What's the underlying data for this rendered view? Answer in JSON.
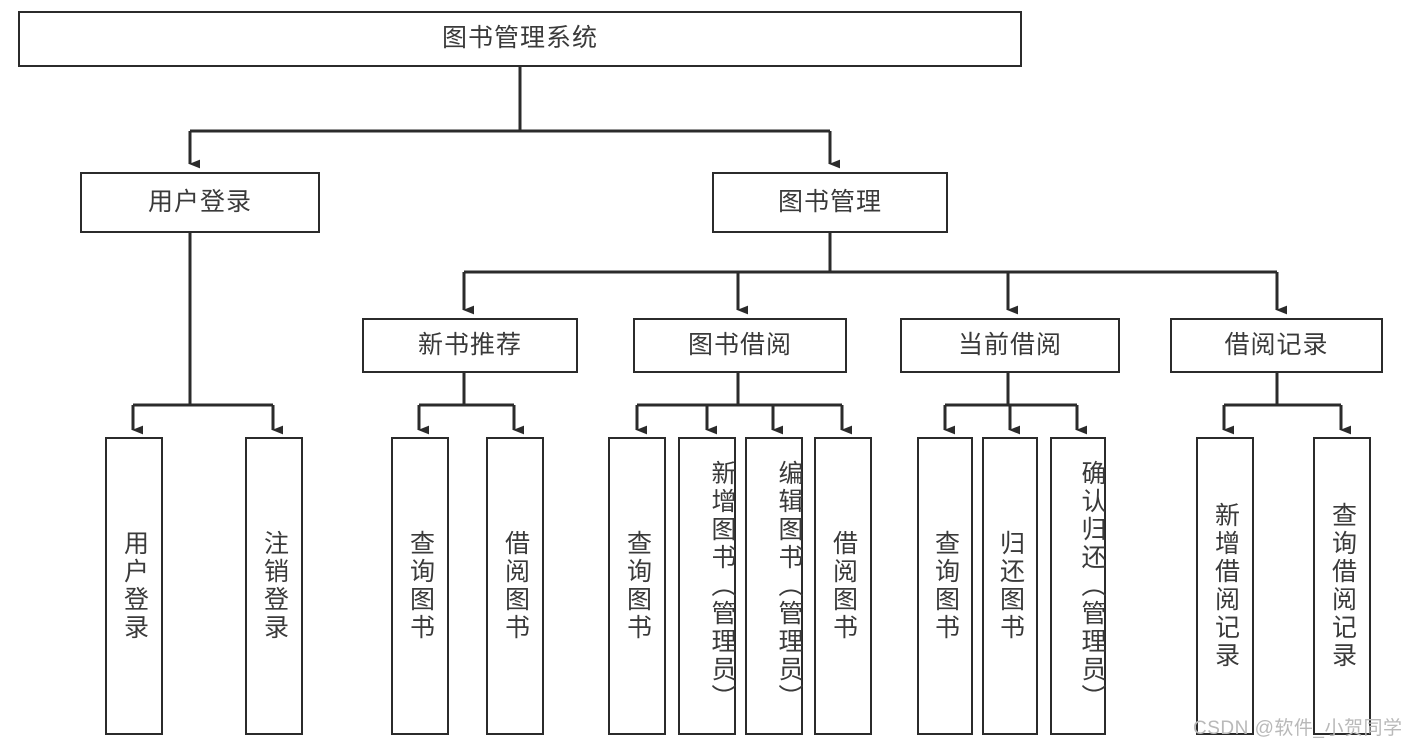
{
  "diagram": {
    "type": "tree-hierarchy-chart",
    "title": "图书管理系统",
    "line_color": "#2b2b2b",
    "text_color": "#3a3a3a",
    "background": "#ffffff",
    "watermark": "CSDN @软件_小贺同学",
    "root": {
      "label": "图书管理系统"
    },
    "level2": [
      {
        "label": "用户登录"
      },
      {
        "label": "图书管理"
      }
    ],
    "level3": [
      {
        "label": "新书推荐"
      },
      {
        "label": "图书借阅"
      },
      {
        "label": "当前借阅"
      },
      {
        "label": "借阅记录"
      }
    ],
    "leaves": {
      "user_login": [
        {
          "label": "用户登录"
        },
        {
          "label": "注销登录"
        }
      ],
      "new_book_recommend": [
        {
          "label": "查询图书"
        },
        {
          "label": "借阅图书"
        }
      ],
      "book_borrow": [
        {
          "label": "查询图书"
        },
        {
          "label": "新增图书（管理员）"
        },
        {
          "label": "编辑图书（管理员）"
        },
        {
          "label": "借阅图书"
        }
      ],
      "current_borrow": [
        {
          "label": "查询图书"
        },
        {
          "label": "归还图书"
        },
        {
          "label": "确认归还（管理员）"
        }
      ],
      "borrow_record": [
        {
          "label": "新增借阅记录"
        },
        {
          "label": "查询借阅记录"
        }
      ]
    }
  }
}
